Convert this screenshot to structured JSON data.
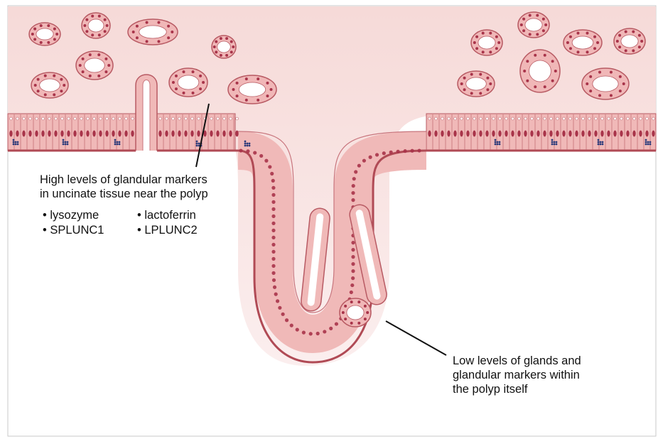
{
  "annotations": {
    "high_label_line1": "High levels of glandular markers",
    "high_label_line2": "in uncinate tissue near the polyp",
    "markers": [
      "lysozyme",
      "lactoferrin",
      "SPLUNC1",
      "LPLUNC2"
    ],
    "low_label_line1": "Low levels of glands and",
    "low_label_line2": "glandular markers within",
    "low_label_line3": "the polyp itself"
  },
  "colors": {
    "tissue_fill": "#f5d8d6",
    "cell_fill": "#f0b7b7",
    "cell_stroke": "#b85a63",
    "nucleus": "#a8344a",
    "basement": "#b04a55",
    "goblet_dots": "#2a3a7a"
  }
}
